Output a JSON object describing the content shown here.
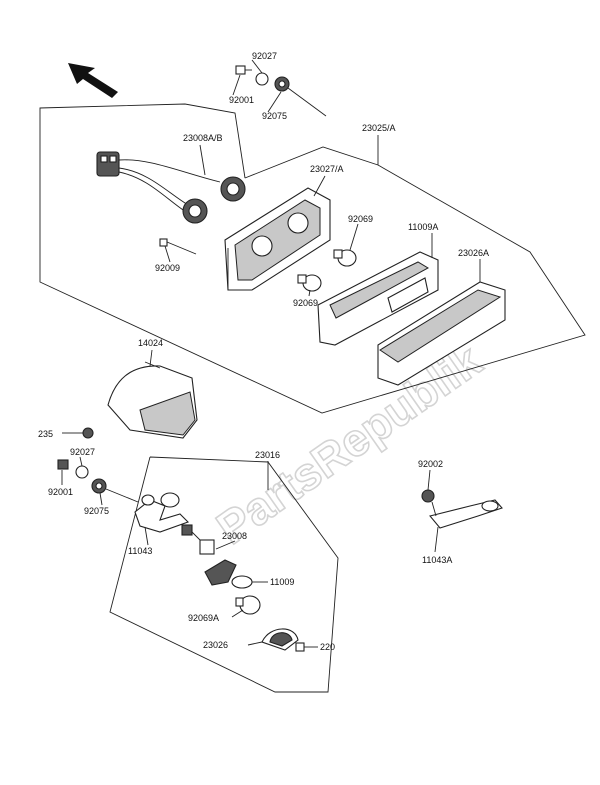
{
  "watermark": "PartsRepublik",
  "labels": {
    "p92027_top": "92027",
    "p92001_top": "92001",
    "p92075_top": "92075",
    "p23008ab": "23008A/B",
    "p23025a": "23025/A",
    "p23027a": "23027/A",
    "p92069_upper": "92069",
    "p11009a": "11009A",
    "p23026a": "23026A",
    "p92009": "92009",
    "p92069_lower": "92069",
    "p14024": "14024",
    "p235": "235",
    "p92027_bot": "92027",
    "p92001_bot": "92001",
    "p92075_bot": "92075",
    "p23016": "23016",
    "p11043": "11043",
    "p23008": "23008",
    "p11009": "11009",
    "p92069a": "92069A",
    "p23026": "23026",
    "p220": "220",
    "p92002": "92002",
    "p11043a": "11043A"
  }
}
